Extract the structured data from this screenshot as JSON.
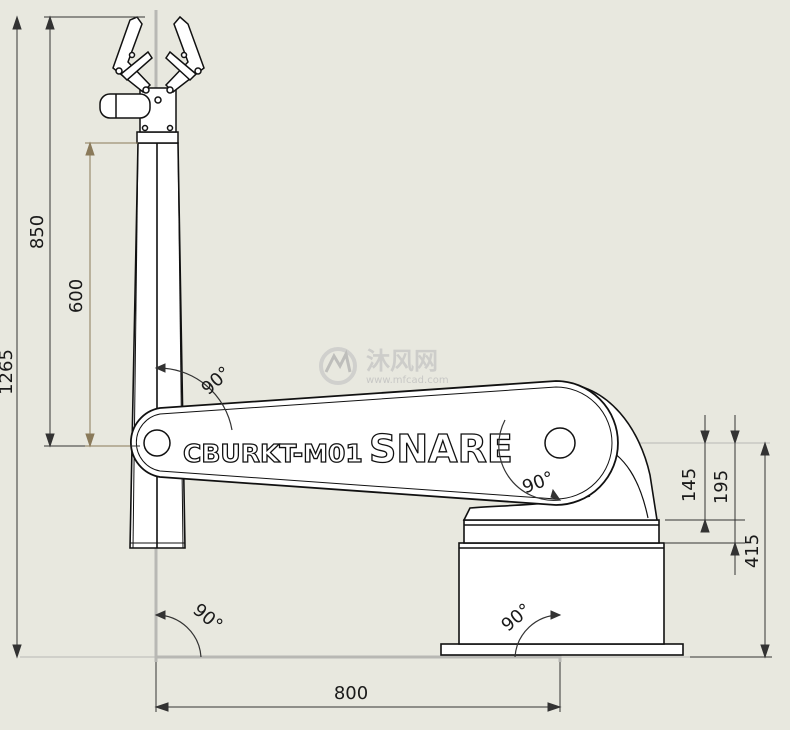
{
  "dimensions": {
    "d850": "850",
    "d600": "600",
    "d1265": "1265",
    "d800": "800",
    "d145": "145",
    "d195": "195",
    "d415": "415"
  },
  "angles": {
    "a1": "90°",
    "a2": "90°",
    "a3": "90°",
    "a4": "90°"
  },
  "arm_labels": {
    "model": "CBURKT-M01",
    "brand": "SNARE"
  },
  "watermark": {
    "name": "沐风网",
    "url": "www.mfcad.com"
  },
  "colors": {
    "background": "#e8e8df",
    "outline": "#111111",
    "center_line": "#b5b5b5",
    "dim_line": "#8a7a5a"
  }
}
